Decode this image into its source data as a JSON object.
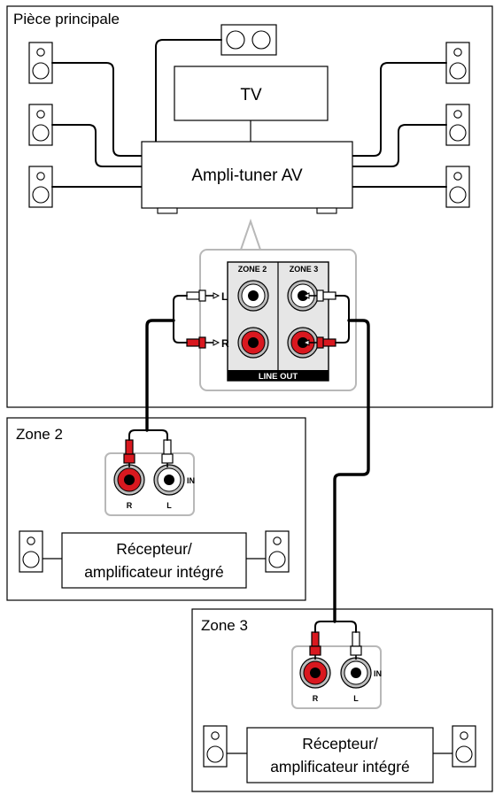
{
  "main_room": {
    "title": "Pièce principale"
  },
  "tv": {
    "label": "TV"
  },
  "receiver": {
    "label": "Ampli-tuner AV"
  },
  "line_out_panel": {
    "zone2_label": "ZONE 2",
    "zone3_label": "ZONE 3",
    "left_label": "L",
    "right_label": "R",
    "footer_label": "LINE OUT"
  },
  "zone2": {
    "title": "Zone 2",
    "jack_r": "R",
    "jack_l": "L",
    "in_label": "IN",
    "device_line1": "Récepteur/",
    "device_line2": "amplificateur intégré"
  },
  "zone3": {
    "title": "Zone 3",
    "jack_r": "R",
    "jack_l": "L",
    "in_label": "IN",
    "device_line1": "Récepteur/",
    "device_line2": "amplificateur intégré"
  },
  "colors": {
    "right_channel": "#d9181f",
    "jack_gray": "#bdbdbd",
    "panel_gray": "#b8b8b8",
    "line": "#000000"
  }
}
